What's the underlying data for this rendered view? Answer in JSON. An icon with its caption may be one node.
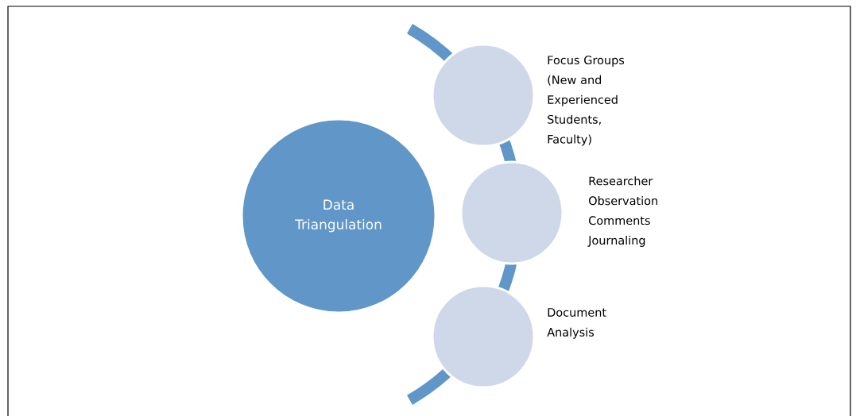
{
  "diagram": {
    "nodes": [
      {
        "text": [
          "Data Triangulation"
        ]
      },
      {
        "text": [],
        "shape": "circle",
        "beside": [
          "Focus Groups (New and Experienced Students, Faculty)"
        ]
      },
      {
        "text": [],
        "shape": "circle",
        "beside": [
          "Researcher Observation Comments Journaling"
        ]
      },
      {
        "text": [],
        "shape": "circle",
        "beside": [
          "Document Analysis"
        ]
      }
    ]
  }
}
